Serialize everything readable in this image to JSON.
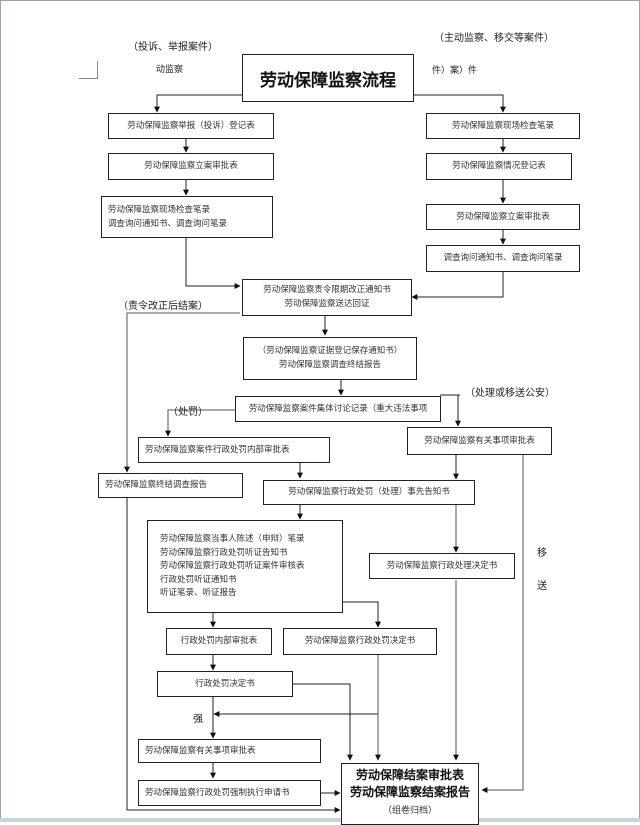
{
  "title": "劳动保障监察流程",
  "top_labels": {
    "left_source": "（投诉、举报案件）",
    "left_fragment": "动监察",
    "right_source": "（主动监察、移交等案件）",
    "right_fragment": "件）案）件"
  },
  "left_column": [
    {
      "lines": [
        "劳动保障监察举报（投诉）登记表"
      ]
    },
    {
      "lines": [
        "劳动保障监察立案审批表"
      ]
    },
    {
      "lines": [
        "劳动保障监察现场检查笔录",
        "调查询问通知书、调查询问笔录"
      ]
    }
  ],
  "right_column": [
    {
      "lines": [
        "劳动保障监察现场检查笔录"
      ]
    },
    {
      "lines": [
        "劳动保障监察情况登记表"
      ]
    },
    {
      "lines": [
        "劳动保障监察立案审批表"
      ]
    },
    {
      "lines": [
        "调查询问通知书、调查询问笔录"
      ]
    }
  ],
  "center": {
    "rectify": {
      "lines": [
        "劳动保障监察责令限期改正通知书",
        "劳动保障监察送达回证"
      ]
    },
    "evidence": {
      "lines": [
        "（劳动保障监察证据登记保存通知书）",
        "劳动保障监察调查终结报告"
      ]
    },
    "discussion": {
      "lines": [
        "劳动保障监察案件集体讨论记录（重大违法事项"
      ]
    }
  },
  "branch_labels": {
    "rectify_close": "（责令改正后结案）",
    "penalty": "（处罚）",
    "handle_or_transfer": "（处理或移送公安）",
    "transfer_1": "移",
    "transfer_2": "送",
    "enforce": "强"
  },
  "penalty_branch": {
    "internal_review": {
      "lines": [
        "劳动保障监察案件行政处罚内部审批表"
      ]
    },
    "final_report": {
      "lines": [
        "劳动保障监察终结调查报告"
      ]
    },
    "prior_notice": {
      "lines": [
        "劳动保障监察行政处罚（处理）事先告知书"
      ]
    },
    "hearing_docs": {
      "lines": [
        "劳动保障监察当事人陈述（申辩）笔录",
        "劳动保障监察行政处罚听证告知书",
        "劳动保障监察行政处罚听证案件审核表",
        "行政处罚听证通知书",
        "听证笔录、听证报告"
      ]
    },
    "penalty_internal": {
      "lines": [
        "行政处罚内部审批表"
      ]
    },
    "penalty_decision_main": {
      "lines": [
        "劳动保障监察行政处罚决定书"
      ]
    },
    "penalty_decision": {
      "lines": [
        "行政处罚决定书"
      ]
    },
    "matters_review": {
      "lines": [
        "劳动保障监察有关事项审批表"
      ]
    },
    "enforcement_request": {
      "lines": [
        "劳动保障监察行政处罚强制执行申请书"
      ]
    }
  },
  "handle_branch": {
    "matters_review": {
      "lines": [
        "劳动保障监察有关事项审批表"
      ]
    },
    "handling_decision": {
      "lines": [
        "劳动保障监察行政处理决定书"
      ]
    }
  },
  "final": {
    "line1": "劳动保障结案审批表",
    "line2": "劳动保障监察结案报告",
    "note": "（组卷归档）"
  }
}
